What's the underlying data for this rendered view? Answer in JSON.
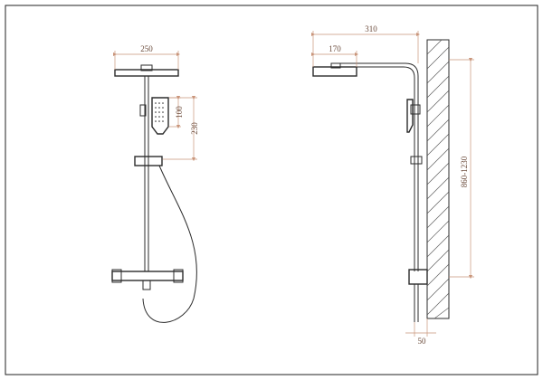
{
  "drawing": {
    "front_view": {
      "head_width": "250",
      "handshower_height": "100",
      "handshower_to_slider": "230"
    },
    "side_view": {
      "total_projection": "310",
      "head_depth": "170",
      "height_range": "860-1230",
      "wall_offset": "50"
    }
  },
  "colors": {
    "outline": "#2b2b2b",
    "dimension": "#c9957a",
    "dimension_text": "#6a4a3a"
  }
}
